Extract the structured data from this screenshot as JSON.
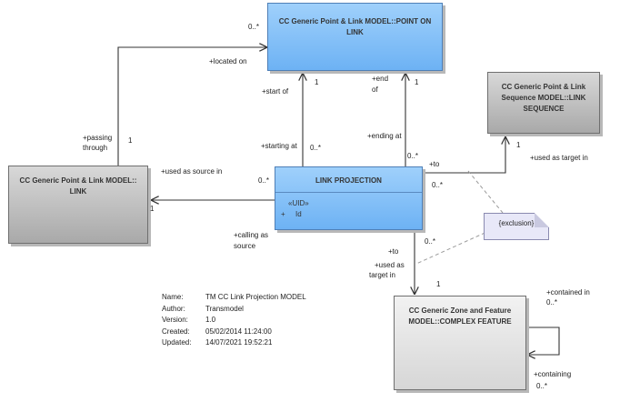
{
  "classes": {
    "point_on_link": "CC Generic Point & Link MODEL::POINT ON LINK",
    "link_sequence": "CC Generic Point & Link Sequence MODEL::LINK SEQUENCE",
    "link": "CC Generic Point & Link MODEL:: LINK",
    "link_projection": "LINK PROJECTION",
    "complex_feature": "CC Generic Zone and Feature MODEL::COMPLEX FEATURE"
  },
  "link_projection_attrs": {
    "stereotype": "«UID»",
    "visibility": "+",
    "name": "Id"
  },
  "note": "{exclusion}",
  "labels": {
    "m_0star_top": "0..*",
    "located_on": "+located on",
    "start_of": "+start of",
    "m1_start": "1",
    "end_of_1": "+end",
    "end_of_2": "of",
    "m1_end": "1",
    "passing_1": "+passing",
    "passing_2": "through",
    "m1_passing": "1",
    "starting_at": "+starting at",
    "m_0star_start": "0..*",
    "ending_at": "+ending at",
    "m_0star_end": "0..*",
    "to_seq": "+to",
    "m_0star_seq": "0..*",
    "m1_seq": "1",
    "used_as_target_seq": "+used as target in",
    "used_as_source": "+used as source in",
    "m_0star_source": "0..*",
    "m1_link": "1",
    "calling_1": "+calling as",
    "calling_2": "source",
    "to_cf": "+to",
    "m_0star_cf": "0..*",
    "used_cf_1": "+used as",
    "used_cf_2": "target in",
    "m1_cf": "1",
    "contained_in": "+contained in",
    "m_0star_contained": "0..*",
    "containing": "+containing",
    "m_0star_containing": "0..*"
  },
  "meta": {
    "name_key": "Name:",
    "name_val": "TM CC Link Projection MODEL",
    "author_key": "Author:",
    "author_val": "Transmodel",
    "version_key": "Version:",
    "version_val": "1.0",
    "created_key": "Created:",
    "created_val": "05/02/2014 11:24:00",
    "updated_key": "Updated:",
    "updated_val": "14/07/2021 19:52:21"
  },
  "colors": {
    "blue_class": "#7dbdf7",
    "grey_class": "#b5b5b5",
    "light_grey_class": "#e2e2e2",
    "note": "#e8e8f8",
    "line": "#333333"
  }
}
